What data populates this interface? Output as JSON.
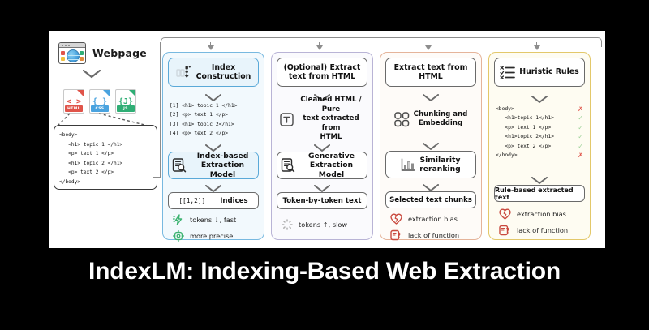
{
  "title": "IndexLM: Indexing-Based Web Extraction",
  "source": {
    "webpage_label": "Webpage",
    "browser_icon": "browser-globe-icon",
    "files": [
      {
        "glyph": "< >",
        "tag": "HTML",
        "color": "#e0544a"
      },
      {
        "glyph": "{ }",
        "tag": "CSS",
        "color": "#4aa3df"
      },
      {
        "glyph": "{J}",
        "tag": "JS",
        "color": "#2fae75"
      }
    ],
    "code": [
      "<body>",
      "   <h1> topic 1 </h1>",
      "   <p> text 1 </p>",
      "   <h1> topic 2 </h1>",
      "   <p> text 2 </p>",
      "</body>"
    ]
  },
  "columns": [
    {
      "id": "index-construction",
      "accent": "#78b9e0",
      "header": {
        "icon": "index-construction-icon",
        "label": "Index\nConstruction"
      },
      "index_lines": [
        "[1] <h1> topic 1 </h1>",
        "[2] <p> text 1 </p>",
        "[3] <h1> topic 2</h1>",
        "[4] <p> text 2 </p>"
      ],
      "model": {
        "icon": "document-search-icon",
        "label": "Index-based\nExtraction Model"
      },
      "output": {
        "value": "[[1,2]]",
        "label": "Indices"
      },
      "notes": [
        {
          "icon": "lightning-icon",
          "text": "tokens ↓, fast",
          "color": "#3cb371"
        },
        {
          "icon": "target-icon",
          "text": "more precise",
          "color": "#3cb371"
        }
      ]
    },
    {
      "id": "generative-extraction",
      "accent": "#b9b4d6",
      "header": {
        "icon": "extract-text-icon",
        "label": "(Optional) Extract\ntext from HTML"
      },
      "middle": {
        "icon": "text-t-icon",
        "label": "Cleaned HTML / Pure\ntext extracted from\nHTML"
      },
      "model": {
        "icon": "document-search-icon",
        "label": "Generative\nExtraction Model"
      },
      "output": {
        "label": "Token-by-token text"
      },
      "notes": [
        {
          "icon": "loading-spinner-icon",
          "text": "tokens ↑, slow",
          "color": "#b0b0b0"
        }
      ]
    },
    {
      "id": "rag-chunking",
      "accent": "#e5b49a",
      "header": {
        "icon": "extract-text-icon",
        "label": "Extract text from\nHTML"
      },
      "middle": {
        "icon": "grid-dots-icon",
        "label": "Chunking and\nEmbedding"
      },
      "model": {
        "icon": "bar-chart-icon",
        "label": "Similarity\nreranking"
      },
      "output": {
        "label": "Selected text chunks"
      },
      "notes": [
        {
          "icon": "broken-heart-icon",
          "text": "extraction bias",
          "color": "#c94a3f"
        },
        {
          "icon": "question-box-icon",
          "text": "lack of function",
          "color": "#c94a3f"
        }
      ]
    },
    {
      "id": "heuristic-rules",
      "accent": "#e3c86a",
      "header": {
        "icon": "checklist-icon",
        "label": "Huristic Rules"
      },
      "rule_lines": [
        {
          "code": "<body>",
          "mark": "✗"
        },
        {
          "code": "   <h1>topic 1</h1>",
          "mark": "✓"
        },
        {
          "code": "   <p> text 1 </p>",
          "mark": "✓"
        },
        {
          "code": "   <h1>topic 2</h1>",
          "mark": "✓"
        },
        {
          "code": "   <p> text 2 </p>",
          "mark": "✓"
        },
        {
          "code": "</body>",
          "mark": "✗"
        }
      ],
      "output": {
        "label": "Rule-based extracted text"
      },
      "notes": [
        {
          "icon": "broken-heart-icon",
          "text": "extraction bias",
          "color": "#c94a3f"
        },
        {
          "icon": "question-box-icon",
          "text": "lack of function",
          "color": "#c94a3f"
        }
      ]
    }
  ]
}
